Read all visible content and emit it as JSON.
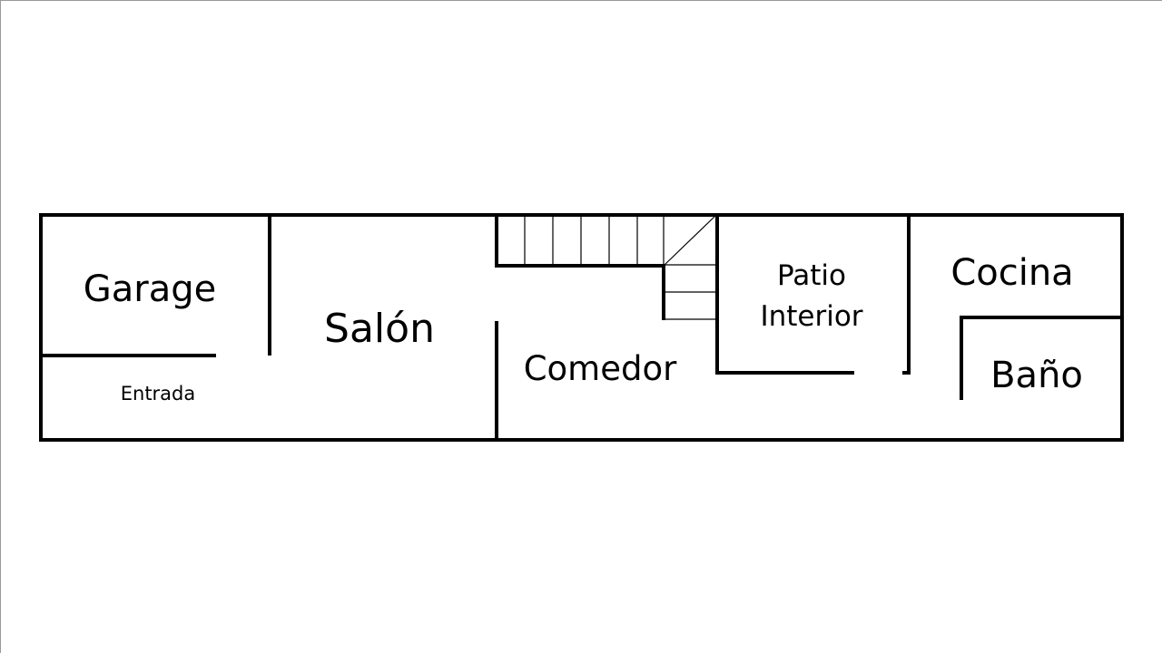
{
  "plan": {
    "rooms": {
      "garage": "Garage",
      "entrada": "Entrada",
      "salon": "Salón",
      "comedor": "Comedor",
      "patio_line1": "Patio",
      "patio_line2": "Interior",
      "cocina": "Cocina",
      "bano": "Baño"
    }
  }
}
